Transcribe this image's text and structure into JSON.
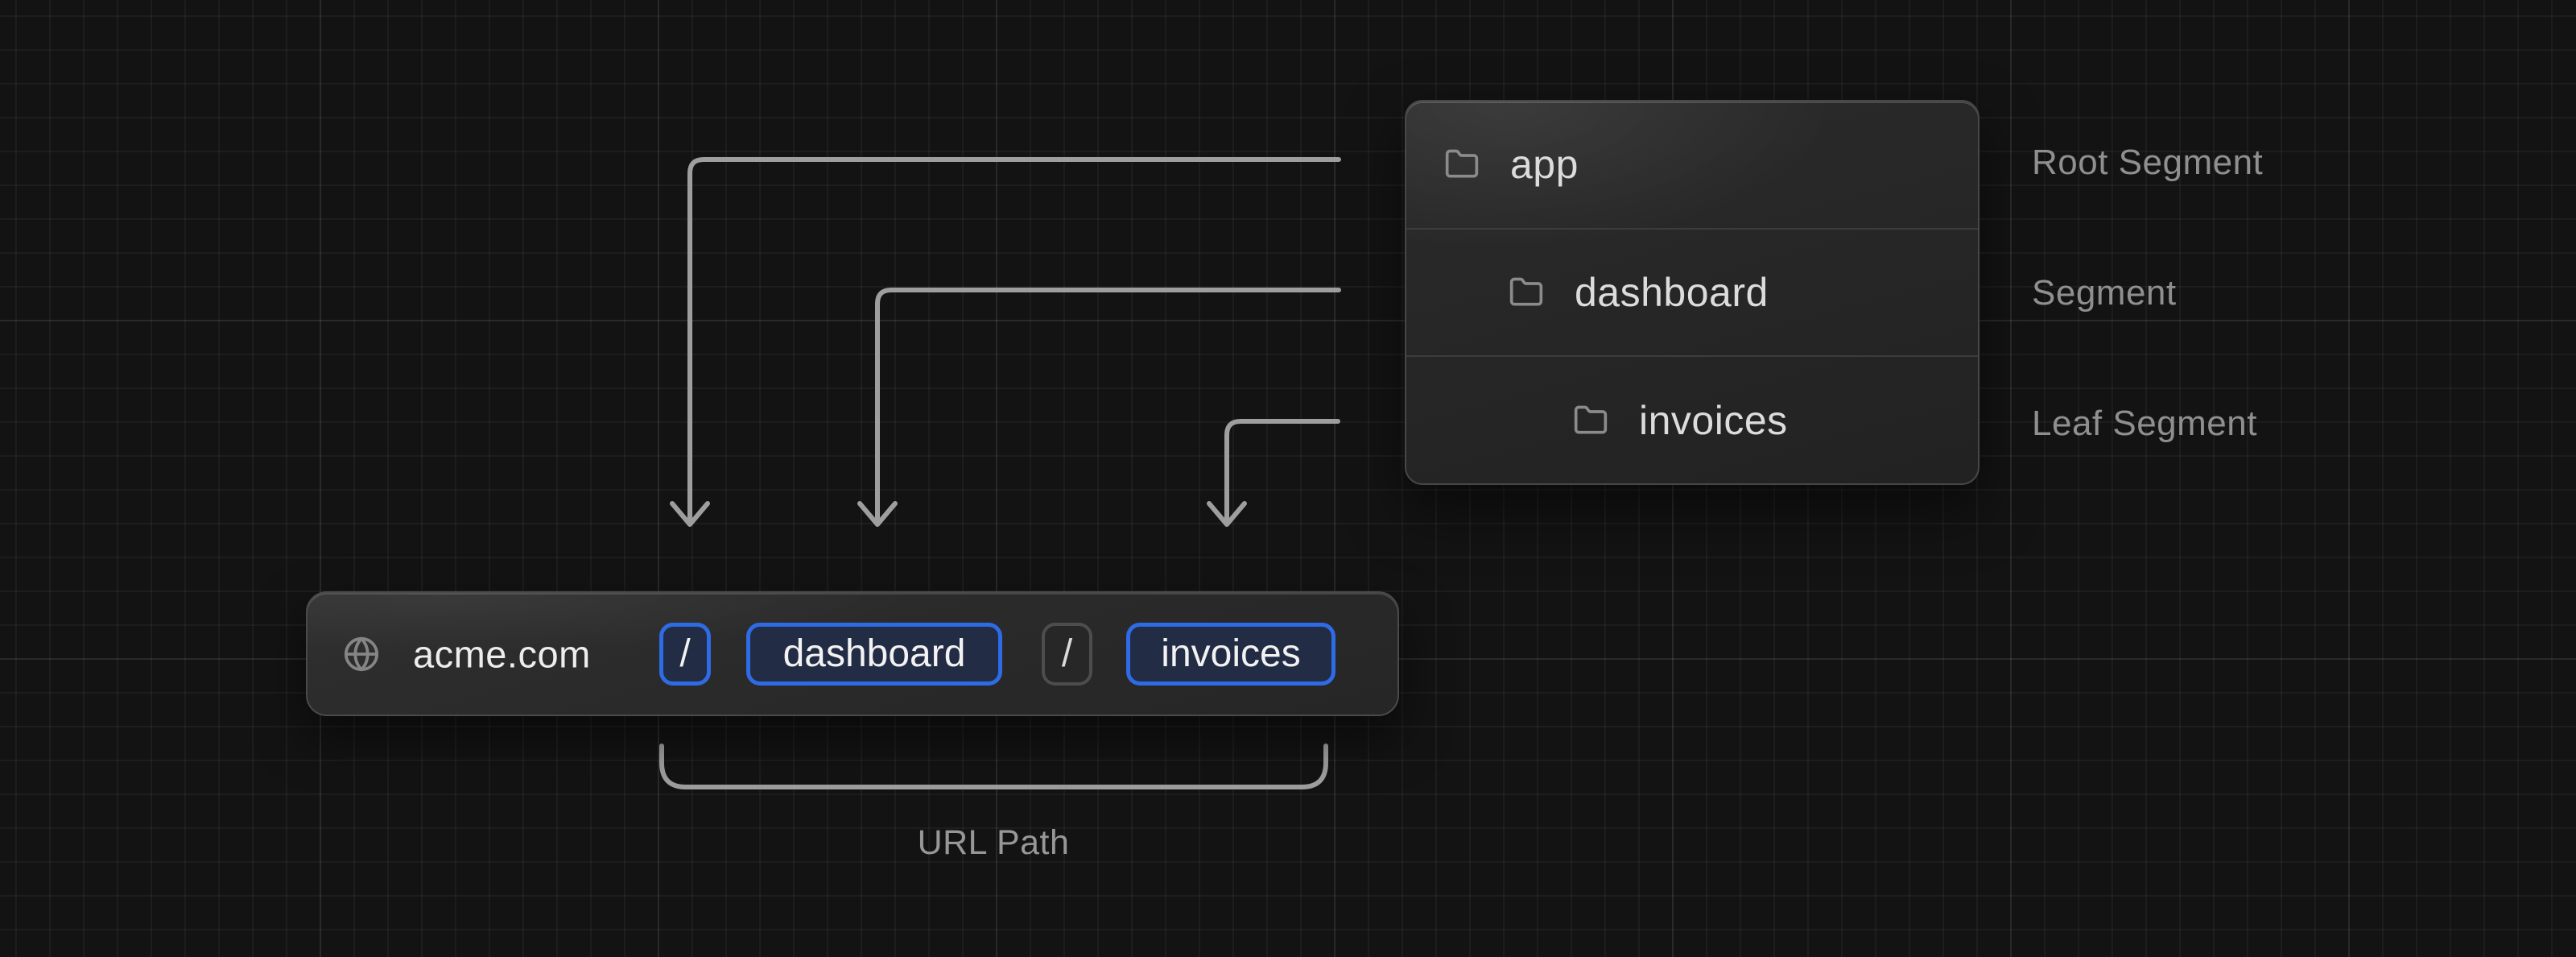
{
  "diagram": {
    "tree": {
      "rows": [
        {
          "label": "app",
          "annotation": "Root Segment",
          "icon": "folder-icon"
        },
        {
          "label": "dashboard",
          "annotation": "Segment",
          "icon": "folder-icon"
        },
        {
          "label": "invoices",
          "annotation": "Leaf Segment",
          "icon": "folder-icon"
        }
      ]
    },
    "url_bar": {
      "icon": "globe-icon",
      "domain": "acme.com",
      "segments": [
        {
          "text": "/",
          "variant": "blue"
        },
        {
          "text": "dashboard",
          "variant": "blue"
        },
        {
          "text": "/",
          "variant": "gray"
        },
        {
          "text": "invoices",
          "variant": "blue"
        }
      ]
    },
    "bracket_label": "URL Path",
    "colors": {
      "background": "#131313",
      "accent_blue": "#2e6be5",
      "segment_fill": "#222c44",
      "connector_gray": "#9e9e9e"
    }
  }
}
